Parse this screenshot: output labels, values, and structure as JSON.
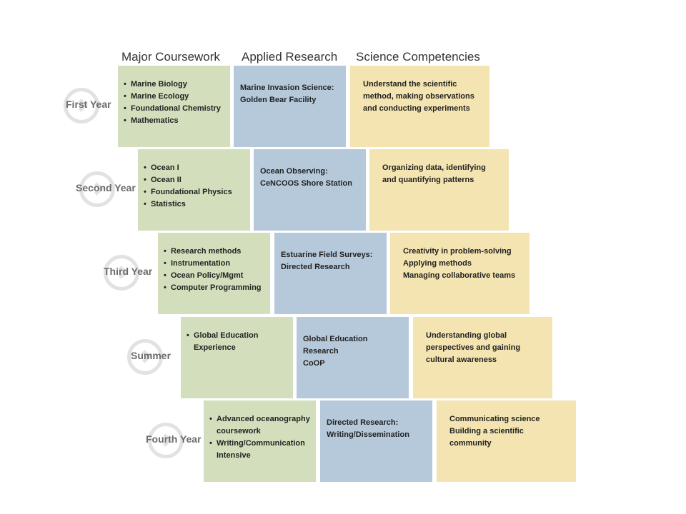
{
  "headers": {
    "coursework": "Major Coursework",
    "research": "Applied Research",
    "competencies": "Science Competencies"
  },
  "rows": [
    {
      "label": "First Year",
      "coursework": [
        "Marine Biology",
        "Marine Ecology",
        "Foundational Chemistry",
        "Mathematics"
      ],
      "research": [
        "Marine Invasion Science:",
        "Golden Bear Facility"
      ],
      "competencies": [
        "Understand the scientific",
        "method, making observations",
        "and conducting experiments"
      ]
    },
    {
      "label": "Second Year",
      "coursework": [
        "Ocean I",
        "Ocean II",
        "Foundational Physics",
        "Statistics"
      ],
      "research": [
        "Ocean Observing:",
        "CeNCOOS Shore Station"
      ],
      "competencies": [
        "Organizing data, identifying",
        "and quantifying patterns"
      ]
    },
    {
      "label": "Third Year",
      "coursework": [
        "Research methods",
        "Instrumentation",
        "Ocean Policy/Mgmt",
        "Computer Programming"
      ],
      "research": [
        "Estuarine Field Surveys:",
        "Directed Research"
      ],
      "competencies": [
        "Creativity in problem-solving",
        "Applying methods",
        "Managing collaborative teams"
      ]
    },
    {
      "label": "Summer",
      "coursework": [
        "Global Education Experience"
      ],
      "research": [
        "Global Education Research",
        "CoOP"
      ],
      "competencies": [
        "Understanding global",
        "perspectives and gaining",
        "cultural awareness"
      ]
    },
    {
      "label": "Fourth Year",
      "coursework": [
        "Advanced oceanography coursework",
        "Writing/Communication Intensive"
      ],
      "research": [
        "Directed Research:",
        "Writing/Dissemination"
      ],
      "competencies": [
        "Communicating science",
        "Building a scientific community"
      ]
    }
  ],
  "colors": {
    "coursework": "#d3dfbc",
    "research": "#b5c9db",
    "competencies": "#f3e4b1",
    "circle": "#e2e2e2"
  }
}
